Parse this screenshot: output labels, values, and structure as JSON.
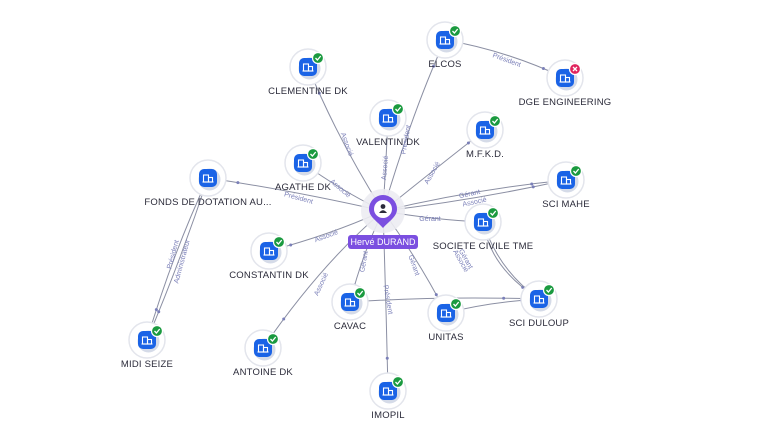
{
  "center": {
    "name": "Hervé DURAND",
    "color": "#7b4fe0"
  },
  "colors": {
    "company": "#1a63e6",
    "active": "#1a9a3f",
    "closed": "#e0245e",
    "edge": "#8b8fa3",
    "edge_label": "#7a7fb8"
  },
  "icons": {
    "center": "person-icon",
    "company": "building-icon",
    "active": "check-badge-icon",
    "closed": "cross-badge-icon"
  },
  "nodes": [
    {
      "id": "elcos",
      "label": "ELCOS",
      "status": "active"
    },
    {
      "id": "dge",
      "label": "DGE ENGINEERING",
      "status": "closed"
    },
    {
      "id": "clementine",
      "label": "CLEMENTINE DK",
      "status": "active"
    },
    {
      "id": "valentin",
      "label": "VALENTIN DK",
      "status": "active"
    },
    {
      "id": "mfkd",
      "label": "M.F.K.D.",
      "status": "active"
    },
    {
      "id": "agathe",
      "label": "AGATHE DK",
      "status": "active"
    },
    {
      "id": "fonds",
      "label": "FONDS DE DOTATION AU...",
      "status": "none"
    },
    {
      "id": "scimahe",
      "label": "SCI MAHE",
      "status": "active"
    },
    {
      "id": "societe",
      "label": "SOCIETE CIVILE TME",
      "status": "active"
    },
    {
      "id": "constantin",
      "label": "CONSTANTIN DK",
      "status": "active"
    },
    {
      "id": "cavac",
      "label": "CAVAC",
      "status": "active"
    },
    {
      "id": "unitas",
      "label": "UNITAS",
      "status": "active"
    },
    {
      "id": "sciduloup",
      "label": "SCI DULOUP",
      "status": "active"
    },
    {
      "id": "midiseize",
      "label": "MIDI SEIZE",
      "status": "active"
    },
    {
      "id": "antoine",
      "label": "ANTOINE DK",
      "status": "active"
    },
    {
      "id": "imopil",
      "label": "IMOPIL",
      "status": "active"
    }
  ],
  "edges": [
    {
      "from": "center",
      "to": "elcos",
      "label": "Président"
    },
    {
      "from": "elcos",
      "to": "dge",
      "label": "Président"
    },
    {
      "from": "center",
      "to": "clementine",
      "label": "Associé"
    },
    {
      "from": "center",
      "to": "valentin",
      "label": "Associé"
    },
    {
      "from": "center",
      "to": "mfkd",
      "label": "Associé"
    },
    {
      "from": "center",
      "to": "agathe",
      "label": "Associé"
    },
    {
      "from": "center",
      "to": "fonds",
      "label": "Président"
    },
    {
      "from": "center",
      "to": "scimahe",
      "label": "Gérant"
    },
    {
      "from": "center",
      "to": "scimahe",
      "label": "Associé"
    },
    {
      "from": "center",
      "to": "societe",
      "label": "Gérant"
    },
    {
      "from": "center",
      "to": "constantin",
      "label": "Associé"
    },
    {
      "from": "center",
      "to": "cavac",
      "label": "Gérant"
    },
    {
      "from": "center",
      "to": "unitas",
      "label": "Gérant"
    },
    {
      "from": "center",
      "to": "imopil",
      "label": "Président"
    },
    {
      "from": "center",
      "to": "antoine",
      "label": "Associé"
    },
    {
      "from": "fonds",
      "to": "midiseize",
      "label": "Président"
    },
    {
      "from": "fonds",
      "to": "midiseize",
      "label": "Administrateur"
    },
    {
      "from": "societe",
      "to": "sciduloup",
      "label": "Gérant"
    },
    {
      "from": "societe",
      "to": "sciduloup",
      "label": "Associé"
    },
    {
      "from": "cavac",
      "to": "sciduloup",
      "label": ""
    },
    {
      "from": "unitas",
      "to": "sciduloup",
      "label": ""
    }
  ]
}
